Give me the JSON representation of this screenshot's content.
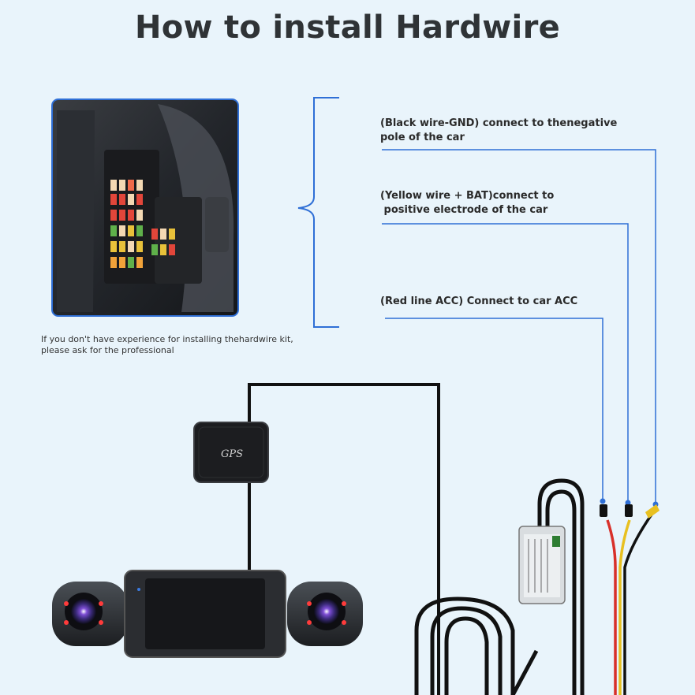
{
  "title": "How to install Hardwire",
  "labels": {
    "black_wire": [
      "(Black wire-GND) connect to thenegative",
      "pole of the car"
    ],
    "yellow_wire": [
      "(Yellow wire + BAT)connect to",
      " positive electrode of the car"
    ],
    "red_wire": [
      "(Red line ACC) Connect to car ACC"
    ]
  },
  "note": [
    "If you don't have experience for installing thehardwire kit,",
    "please ask for the professional"
  ],
  "gps_label": "GPS",
  "colors": {
    "background": "#e9f4fb",
    "accent_blue": "#2f6fd6",
    "cable": "#111111",
    "red_wire": "#d8302a",
    "yellow_wire": "#e8c020"
  }
}
